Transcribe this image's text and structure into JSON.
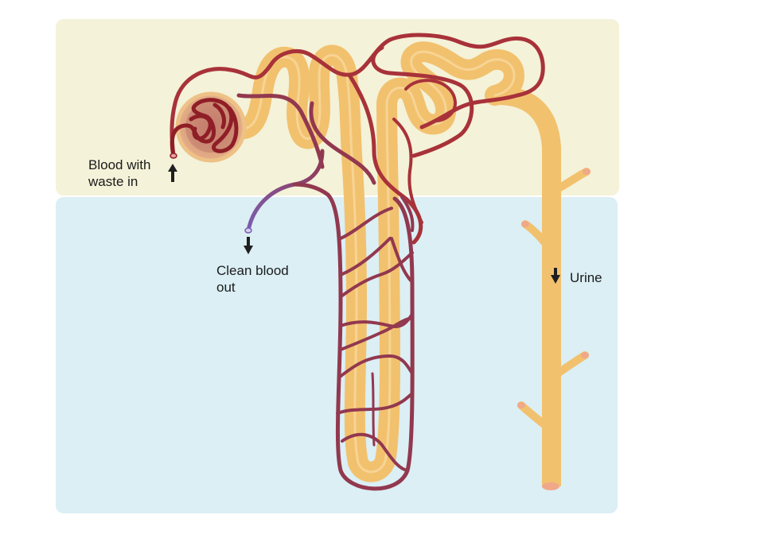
{
  "labels": {
    "blood_in": [
      "Blood with",
      "waste in"
    ],
    "blood_out": [
      "Clean blood",
      "out"
    ],
    "urine": "Urine"
  },
  "colors": {
    "cortex": "#f4f2d8",
    "medulla": "#dbeff5",
    "tubule": "#f2c16e",
    "tubule_highlight": "#fadca4",
    "artery": "#a8323a",
    "vein": "#7c5db0",
    "vessel_mid": "#92384f",
    "capsule": "#d7a08a",
    "glomerulus": "#8f1e26",
    "arrow": "#1f1f1f"
  }
}
